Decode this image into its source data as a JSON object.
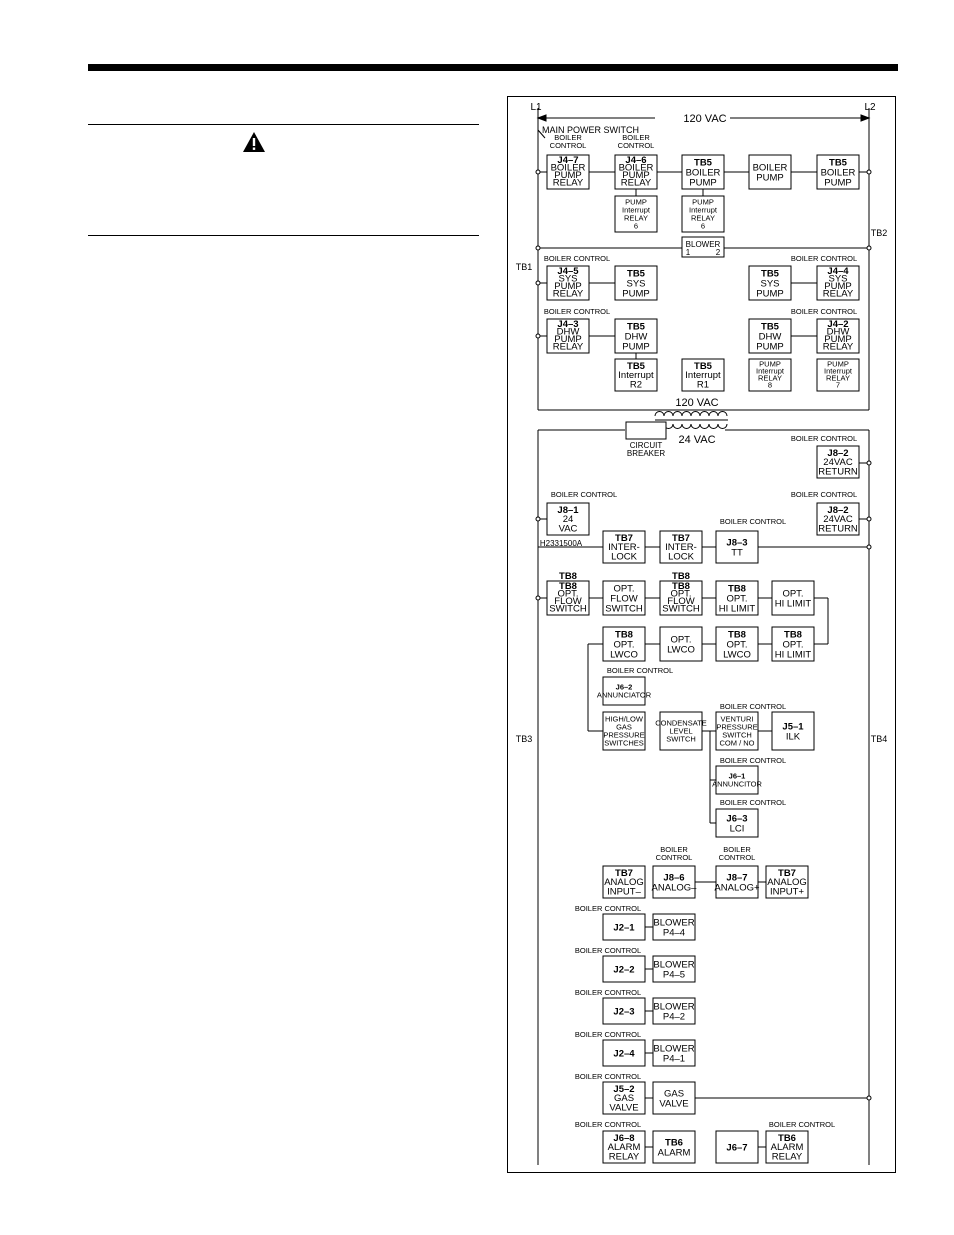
{
  "caution_panel": {
    "icon": "warning-triangle-icon"
  },
  "diagram": {
    "figure_id": "H2331500A",
    "lines": {
      "l1": "L1",
      "l2": "L2",
      "supply": "120 VAC"
    },
    "main_switch": "MAIN POWER SWITCH",
    "terminals": {
      "tb1": "TB1",
      "tb2": "TB2",
      "tb3": "TB3",
      "tb4": "TB4"
    },
    "transformer": {
      "primary": "120 VAC",
      "secondary": "24 VAC"
    },
    "breaker": [
      "CIRCUIT",
      "BREAKER"
    ],
    "header_boiler_control": "BOILER CONTROL",
    "header_boiler_control_2line": [
      "BOILER",
      "CONTROL"
    ],
    "components": [
      {
        "id": "j4-7",
        "lines": [
          "J4–7",
          "BOILER",
          "PUMP",
          "RELAY"
        ]
      },
      {
        "id": "j4-6",
        "lines": [
          "J4–6",
          "BOILER",
          "PUMP",
          "RELAY"
        ]
      },
      {
        "id": "tb5-bp1",
        "lines": [
          "TB5",
          "BOILER",
          "PUMP"
        ]
      },
      {
        "id": "boiler-pump",
        "lines": [
          "BOILER",
          "PUMP"
        ]
      },
      {
        "id": "tb5-bp2",
        "lines": [
          "TB5",
          "BOILER",
          "PUMP"
        ]
      },
      {
        "id": "pump-int-relay-6a",
        "lines": [
          "PUMP",
          "Interrupt",
          "RELAY",
          "6"
        ]
      },
      {
        "id": "pump-int-relay-6b",
        "lines": [
          "PUMP",
          "Interrupt",
          "RELAY",
          "6"
        ]
      },
      {
        "id": "blower",
        "lines": [
          "BLOWER",
          "1",
          "2"
        ]
      },
      {
        "id": "j4-5",
        "lines": [
          "J4–5",
          "SYS",
          "PUMP",
          "RELAY"
        ]
      },
      {
        "id": "tb5-sys1",
        "lines": [
          "TB5",
          "SYS",
          "PUMP"
        ]
      },
      {
        "id": "tb5-sys2",
        "lines": [
          "TB5",
          "SYS",
          "PUMP"
        ]
      },
      {
        "id": "j4-4",
        "lines": [
          "J4–4",
          "SYS",
          "PUMP",
          "RELAY"
        ]
      },
      {
        "id": "j4-3",
        "lines": [
          "J4–3",
          "DHW",
          "PUMP",
          "RELAY"
        ]
      },
      {
        "id": "tb5-dhw1",
        "lines": [
          "TB5",
          "DHW",
          "PUMP"
        ]
      },
      {
        "id": "tb5-dhw2",
        "lines": [
          "TB5",
          "DHW",
          "PUMP"
        ]
      },
      {
        "id": "j4-2",
        "lines": [
          "J4–2",
          "DHW",
          "PUMP",
          "RELAY"
        ]
      },
      {
        "id": "tb5-int-r2",
        "lines": [
          "TB5",
          "Interrupt",
          "R2"
        ]
      },
      {
        "id": "tb5-int-r1",
        "lines": [
          "TB5",
          "Interrupt",
          "R1"
        ]
      },
      {
        "id": "pump-int-relay-8",
        "lines": [
          "PUMP",
          "Interrupt",
          "RELAY",
          "8"
        ]
      },
      {
        "id": "pump-int-relay-7",
        "lines": [
          "PUMP",
          "Interrupt",
          "RELAY",
          "7"
        ]
      },
      {
        "id": "j8-2a",
        "lines": [
          "J8–2",
          "24VAC",
          "RETURN"
        ]
      },
      {
        "id": "j8-1",
        "lines": [
          "J8–1",
          "24",
          "VAC"
        ]
      },
      {
        "id": "j8-2b",
        "lines": [
          "J8–2",
          "24VAC",
          "RETURN"
        ]
      },
      {
        "id": "tb7-il1",
        "lines": [
          "TB7",
          "INTER-",
          "LOCK"
        ]
      },
      {
        "id": "tb7-il2",
        "lines": [
          "TB7",
          "INTER-",
          "LOCK"
        ]
      },
      {
        "id": "j8-3",
        "lines": [
          "J8–3",
          "TT"
        ]
      },
      {
        "id": "tb8-flow1",
        "lines": [
          "TB8",
          "OPT.",
          "FLOW",
          "SWITCH"
        ]
      },
      {
        "id": "opt-flow",
        "lines": [
          "OPT.",
          "FLOW",
          "SWITCH"
        ]
      },
      {
        "id": "tb8-flow2",
        "lines": [
          "TB8",
          "OPT.",
          "FLOW",
          "SWITCH"
        ]
      },
      {
        "id": "tb8-hl1",
        "lines": [
          "TB8",
          "OPT.",
          "HI LIMIT"
        ]
      },
      {
        "id": "opt-hl",
        "lines": [
          "OPT.",
          "HI LIMIT"
        ]
      },
      {
        "id": "tb8-lwco1",
        "lines": [
          "TB8",
          "OPT.",
          "LWCO"
        ]
      },
      {
        "id": "opt-lwco",
        "lines": [
          "OPT.",
          "LWCO"
        ]
      },
      {
        "id": "tb8-lwco2",
        "lines": [
          "TB8",
          "OPT.",
          "LWCO"
        ]
      },
      {
        "id": "tb8-hl2",
        "lines": [
          "TB8",
          "OPT.",
          "HI LIMIT"
        ]
      },
      {
        "id": "j6-2",
        "lines": [
          "J6–2",
          "ANNUNCIATOR"
        ]
      },
      {
        "id": "gas-press",
        "lines": [
          "HIGH/LOW",
          "GAS",
          "PRESSURE",
          "SWITCHES"
        ]
      },
      {
        "id": "condensate",
        "lines": [
          "CONDENSATE",
          "LEVEL",
          "SWITCH"
        ]
      },
      {
        "id": "venturi",
        "lines": [
          "VENTURI",
          "PRESSURE",
          "SWITCH",
          "COM / NO"
        ]
      },
      {
        "id": "j5-1",
        "lines": [
          "J5–1",
          "ILK"
        ]
      },
      {
        "id": "j6-1",
        "lines": [
          "J6–1",
          "ANNUNCITOR"
        ]
      },
      {
        "id": "j6-3",
        "lines": [
          "J6–3",
          "LCI"
        ]
      },
      {
        "id": "tb7-ain-",
        "lines": [
          "TB7",
          "ANALOG",
          "INPUT–"
        ]
      },
      {
        "id": "j8-6",
        "lines": [
          "J8–6",
          "ANALOG–"
        ]
      },
      {
        "id": "j8-7",
        "lines": [
          "J8–7",
          "ANALOG+"
        ]
      },
      {
        "id": "tb7-ain+",
        "lines": [
          "TB7",
          "ANALOG",
          "INPUT+"
        ]
      },
      {
        "id": "j2-1",
        "lines": [
          "J2–1"
        ]
      },
      {
        "id": "blower-p4-4",
        "lines": [
          "BLOWER",
          "P4–4"
        ]
      },
      {
        "id": "j2-2",
        "lines": [
          "J2–2"
        ]
      },
      {
        "id": "blower-p4-5",
        "lines": [
          "BLOWER",
          "P4–5"
        ]
      },
      {
        "id": "j2-3",
        "lines": [
          "J2–3"
        ]
      },
      {
        "id": "blower-p4-2",
        "lines": [
          "BLOWER",
          "P4–2"
        ]
      },
      {
        "id": "j2-4",
        "lines": [
          "J2–4"
        ]
      },
      {
        "id": "blower-p4-1",
        "lines": [
          "BLOWER",
          "P4–1"
        ]
      },
      {
        "id": "j5-2",
        "lines": [
          "J5–2",
          "GAS",
          "VALVE"
        ]
      },
      {
        "id": "gas-valve",
        "lines": [
          "GAS",
          "VALVE"
        ]
      },
      {
        "id": "j6-8",
        "lines": [
          "J6–8",
          "ALARM",
          "RELAY"
        ]
      },
      {
        "id": "tb6-alarm",
        "lines": [
          "TB6",
          "ALARM"
        ]
      },
      {
        "id": "j6-7",
        "lines": [
          "J6–7"
        ]
      },
      {
        "id": "tb6-alarm-relay",
        "lines": [
          "TB6",
          "ALARM",
          "RELAY"
        ]
      }
    ]
  }
}
